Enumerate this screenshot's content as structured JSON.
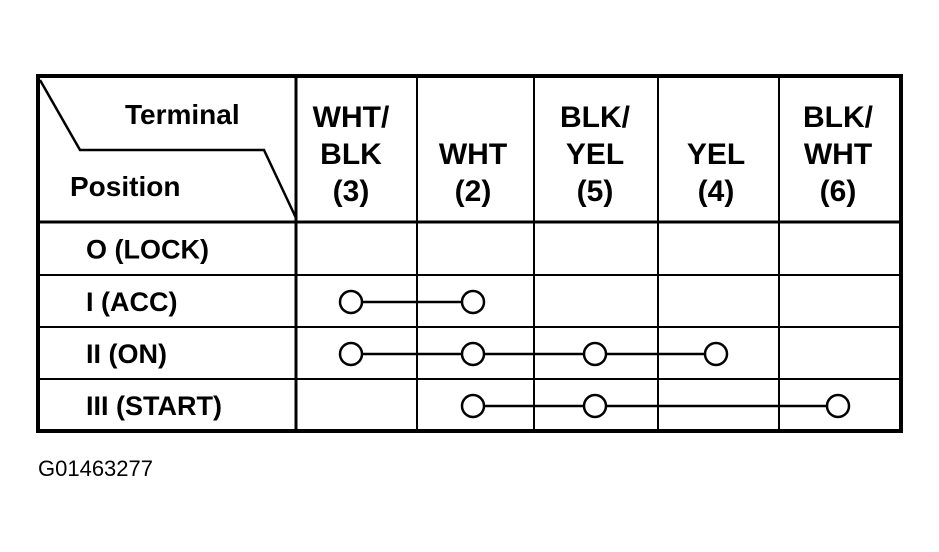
{
  "table": {
    "corner_header_top": "Terminal",
    "corner_header_bottom": "Position",
    "columns": [
      {
        "lines": [
          "WHT/",
          "BLK",
          "(3)"
        ]
      },
      {
        "lines": [
          "WHT",
          "(2)"
        ]
      },
      {
        "lines": [
          "BLK/",
          "YEL",
          "(5)"
        ]
      },
      {
        "lines": [
          "YEL",
          "(4)"
        ]
      },
      {
        "lines": [
          "BLK/",
          "WHT",
          "(6)"
        ]
      }
    ],
    "rows": [
      {
        "label": "O (LOCK)",
        "connected": []
      },
      {
        "label": "I (ACC)",
        "connected": [
          0,
          1
        ]
      },
      {
        "label": "II (ON)",
        "connected": [
          0,
          1,
          2,
          3
        ]
      },
      {
        "label": "III (START)",
        "connected": [
          1,
          2,
          4
        ]
      }
    ]
  },
  "figure_id": "G01463277"
}
